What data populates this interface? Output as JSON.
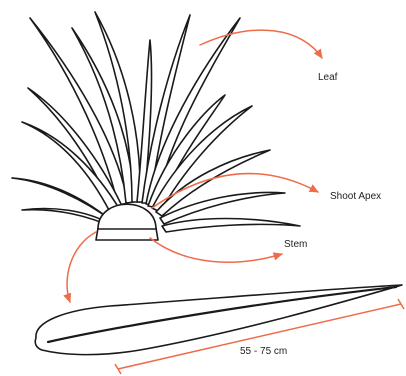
{
  "labels": {
    "leaf": "Leaf",
    "shoot_apex": "Shoot Apex",
    "stem": "Stem",
    "leaf_length": "55 - 75 cm"
  },
  "colors": {
    "arrow": "#ef6b4a",
    "outline": "#1a1a1a"
  }
}
